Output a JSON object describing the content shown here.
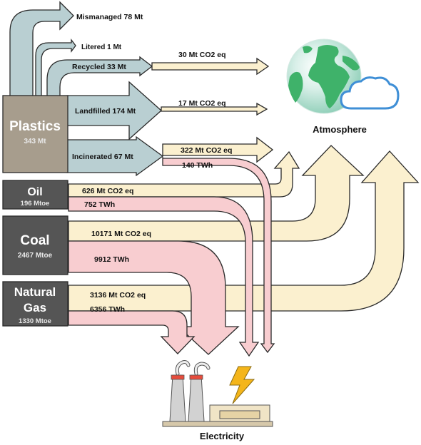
{
  "sources": {
    "plastics": {
      "name": "Plastics",
      "amount": "343 Mt"
    },
    "oil": {
      "name": "Oil",
      "amount": "196 Mtoe"
    },
    "coal": {
      "name": "Coal",
      "amount": "2467 Mtoe"
    },
    "gas": {
      "name_line1": "Natural",
      "name_line2": "Gas",
      "amount": "1330 Mtoe"
    }
  },
  "plastics_flows": {
    "mismanaged": "Mismanaged 78 Mt",
    "littered": "Litered 1 Mt",
    "recycled": "Recycled 33 Mt",
    "landfilled": "Landfilled 174 Mt",
    "incinerated": "Incinerated 67 Mt"
  },
  "emissions": {
    "recycled": "30 Mt CO2 eq",
    "landfilled": "17 Mt CO2 eq",
    "incinerated": "322 Mt CO2 eq",
    "oil": "626 Mt CO2 eq",
    "coal": "10171 Mt CO2 eq",
    "gas": "3136 Mt CO2 eq"
  },
  "electricity_flows": {
    "incinerated": "140 TWh",
    "oil": "752 TWh",
    "coal": "9912 TWh",
    "gas": "6356 TWh"
  },
  "sinks": {
    "atmosphere": "Atmosphere",
    "electricity": "Electricity"
  },
  "colors": {
    "plastic_flow": "#b9cfd2",
    "emission_flow": "#fbf0cf",
    "electricity_flow": "#f8cdd0",
    "source_box": "#555555",
    "plastics_box": "#a79d8d",
    "ocean": "#1d9a72",
    "land": "#4bbf6e",
    "cloud": "#3f8fd6",
    "bolt": "#f4b51a"
  }
}
